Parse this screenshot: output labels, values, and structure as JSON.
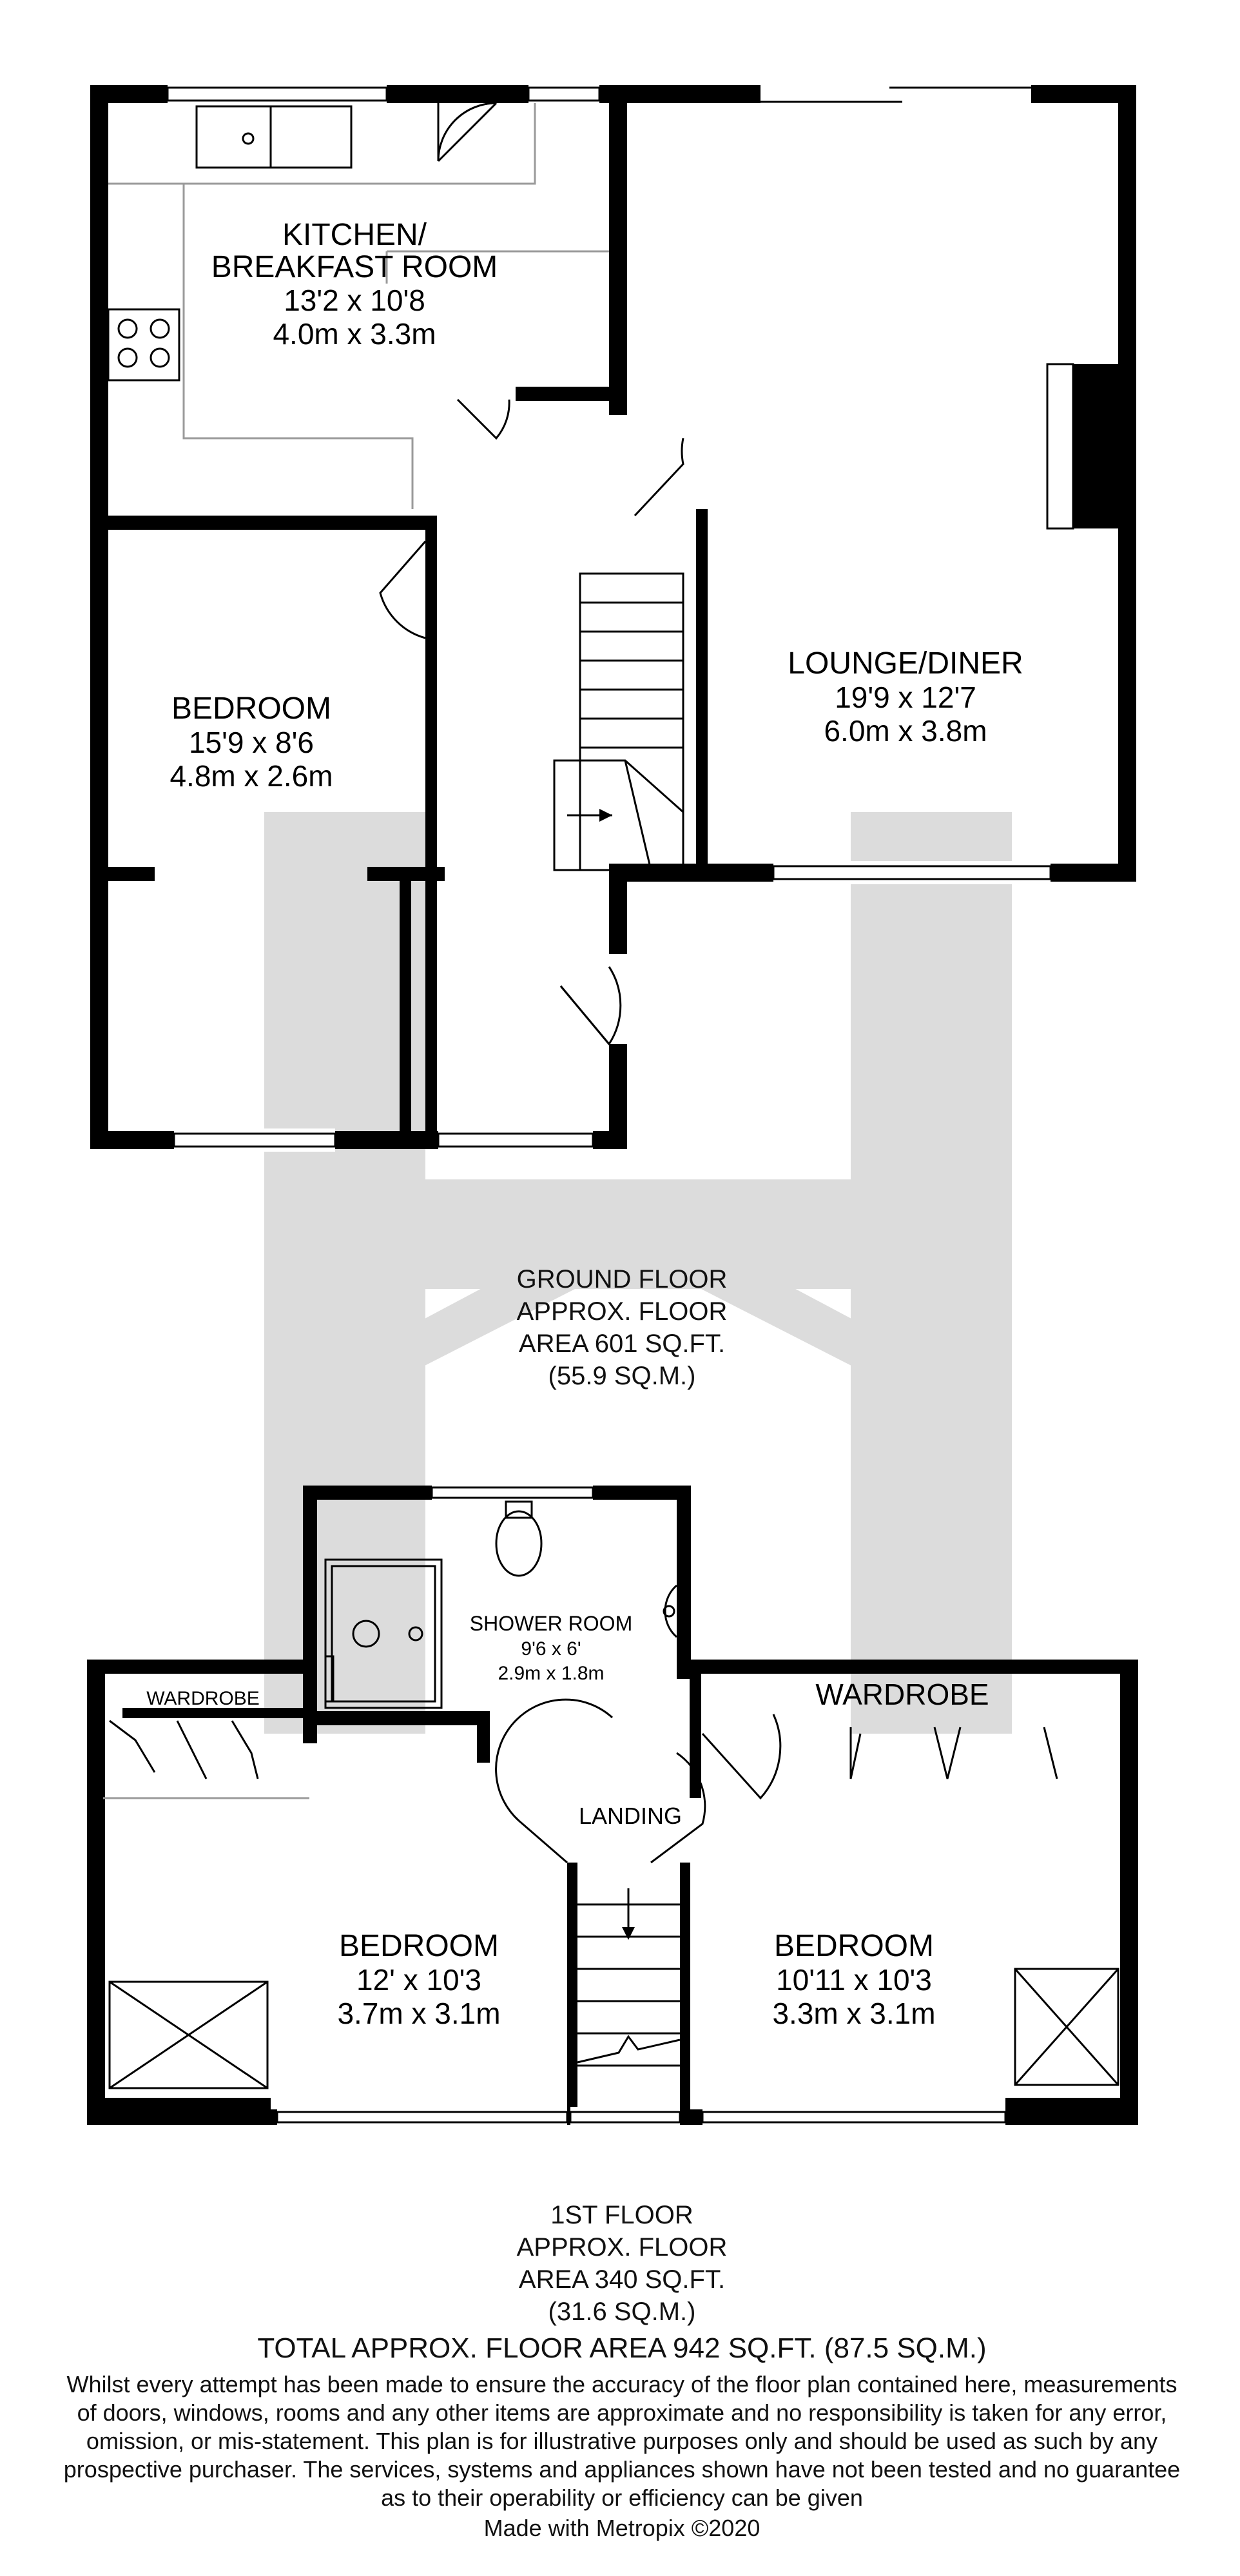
{
  "ground_floor": {
    "rooms": [
      {
        "name_line1": "KITCHEN/",
        "name_line2": "BREAKFAST ROOM",
        "imperial": "13'2 x 10'8",
        "metric": "4.0m x 3.3m"
      },
      {
        "name": "LOUNGE/DINER",
        "imperial": "19'9 x 12'7",
        "metric": "6.0m x 3.8m"
      },
      {
        "name": "BEDROOM",
        "imperial": "15'9 x 8'6",
        "metric": "4.8m x 2.6m"
      }
    ],
    "area": {
      "line1": "GROUND FLOOR",
      "line2": "APPROX. FLOOR",
      "line3": "AREA 601 SQ.FT.",
      "line4": "(55.9 SQ.M.)"
    }
  },
  "first_floor": {
    "rooms": [
      {
        "name": "SHOWER ROOM",
        "imperial": "9'6 x 6'",
        "metric": "2.9m x 1.8m"
      },
      {
        "name": "BEDROOM",
        "imperial": "12' x 10'3",
        "metric": "3.7m x 3.1m"
      },
      {
        "name": "BEDROOM",
        "imperial": "10'11 x 10'3",
        "metric": "3.3m x 3.1m"
      }
    ],
    "labels": {
      "wardrobe_left": "WARDROBE",
      "wardrobe_right": "WARDROBE",
      "landing": "LANDING"
    },
    "area": {
      "line1": "1ST FLOOR",
      "line2": "APPROX. FLOOR",
      "line3": "AREA 340 SQ.FT.",
      "line4": "(31.6 SQ.M.)"
    }
  },
  "total": "TOTAL APPROX. FLOOR AREA 942 SQ.FT. (87.5 SQ.M.)",
  "disclaimer": [
    "Whilst every attempt has been made to ensure the accuracy of the floor plan contained here, measurements",
    "of doors, windows, rooms and any other items are approximate and no responsibility is taken for any error,",
    "omission, or mis-statement. This plan is for illustrative purposes only and should be used as such by any",
    "prospective purchaser. The services, systems and appliances shown have not been tested and no guarantee",
    "as to their operability or efficiency can be given"
  ],
  "credit": "Made with Metropix ©2020"
}
